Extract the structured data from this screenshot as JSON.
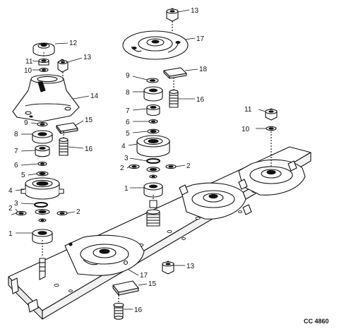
{
  "figure": {
    "reference_code": "CC 4860",
    "callout_labels": {
      "c12": "12",
      "c11a": "11",
      "c10a": "10",
      "c13a": "13",
      "c14": "14",
      "c9a": "9",
      "c15a": "15",
      "c8a": "8",
      "c16a": "16",
      "c7a": "7",
      "c6a": "6",
      "c5a": "5",
      "c4a": "4",
      "c3a": "3",
      "c2a": "2",
      "c2b": "2",
      "c1a": "1",
      "c13b": "13",
      "c17a": "17",
      "c18": "18",
      "c9b": "9",
      "c8b": "8",
      "c16b": "16",
      "c7b": "7",
      "c6b": "6",
      "c5b": "5",
      "c4b": "4",
      "c3b": "3",
      "c2c": "2",
      "c2d": "2",
      "c1b": "1",
      "c11b": "11",
      "c10b": "10",
      "c13c": "13",
      "c17b": "17",
      "c15b": "15",
      "c16c": "16"
    }
  },
  "colors": {
    "line": "#111111",
    "fill": "#ffffff",
    "shade": "#2a2a2a"
  }
}
